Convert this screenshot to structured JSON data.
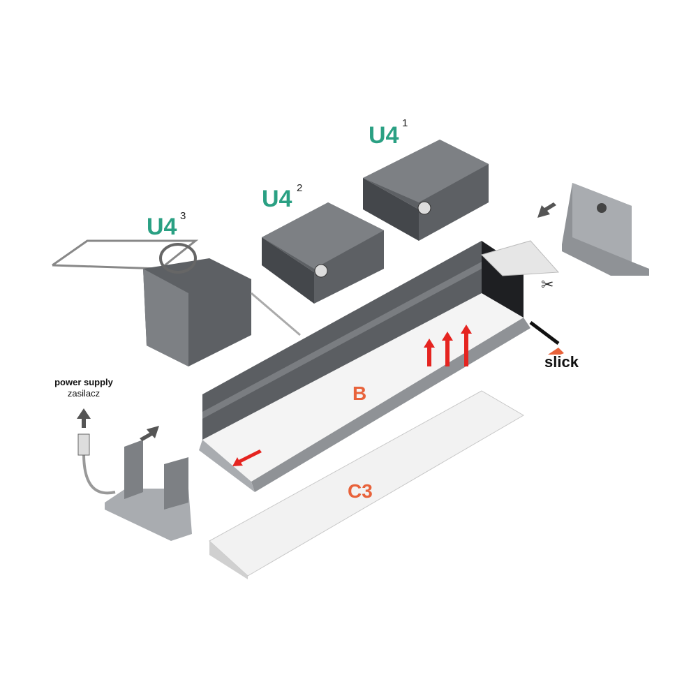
{
  "labels": {
    "u4_1": {
      "name": "U4",
      "index": "1"
    },
    "u4_2": {
      "name": "U4",
      "index": "2"
    },
    "u4_3": {
      "name": "U4",
      "index": "3"
    },
    "profile": "B",
    "cover": "C3",
    "power_supply": "power supply",
    "power_supply_pl": "zasilacz",
    "brand": "slick"
  },
  "colors": {
    "teal": "#2aa083",
    "orange": "#e8623a",
    "arrow_red": "#e52420",
    "metal_dark": "#5b5e62",
    "metal_light": "#a9acb0"
  }
}
